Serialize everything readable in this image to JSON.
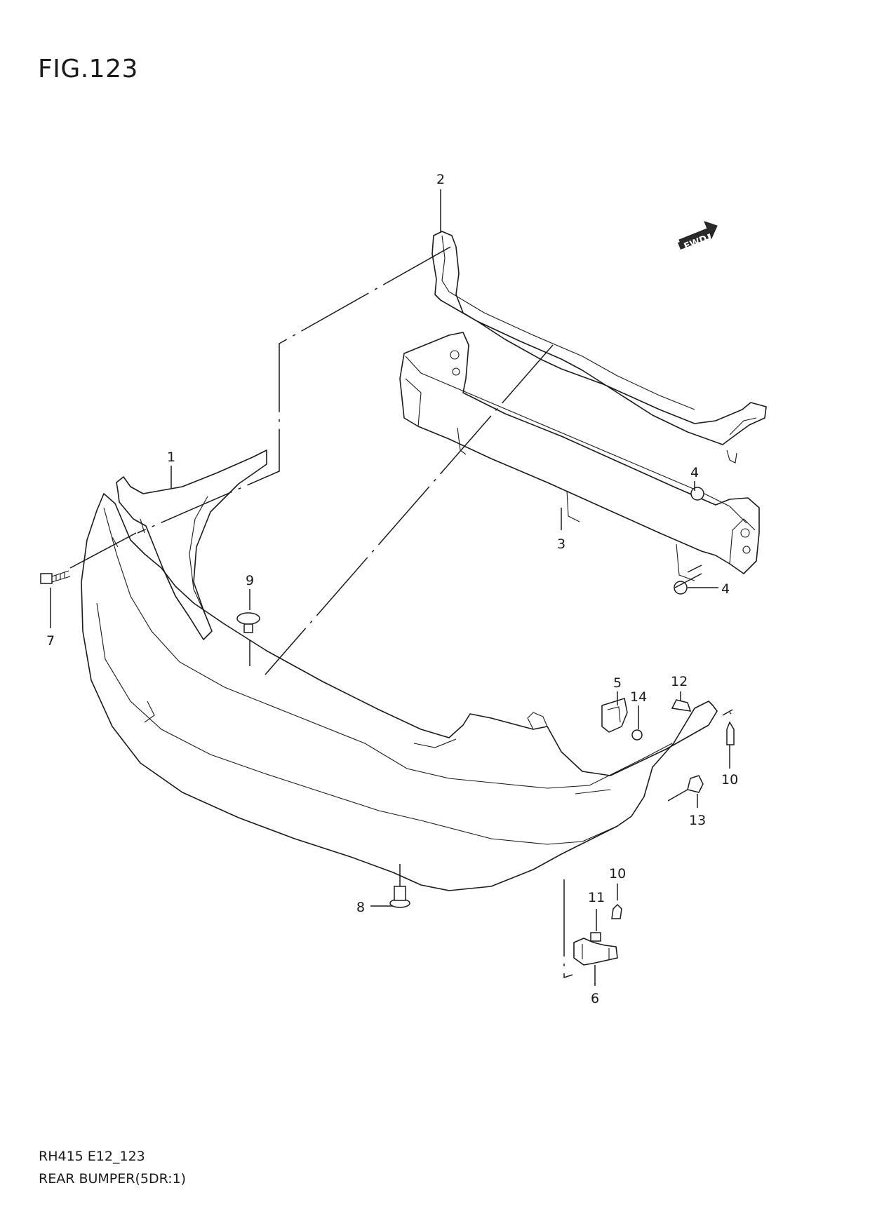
{
  "figure": {
    "title": "FIG.123",
    "code": "RH415 E12_123",
    "subtitle": "REAR BUMPER(5DR:1)"
  },
  "fwd_label": "FWD",
  "callouts": [
    {
      "id": "c1",
      "text": "1"
    },
    {
      "id": "c2",
      "text": "2"
    },
    {
      "id": "c3",
      "text": "3"
    },
    {
      "id": "c4a",
      "text": "4"
    },
    {
      "id": "c4b",
      "text": "4"
    },
    {
      "id": "c5",
      "text": "5"
    },
    {
      "id": "c6",
      "text": "6"
    },
    {
      "id": "c7",
      "text": "7"
    },
    {
      "id": "c8",
      "text": "8"
    },
    {
      "id": "c9",
      "text": "9"
    },
    {
      "id": "c10a",
      "text": "10"
    },
    {
      "id": "c10b",
      "text": "10"
    },
    {
      "id": "c11",
      "text": "11"
    },
    {
      "id": "c12",
      "text": "12"
    },
    {
      "id": "c13",
      "text": "13"
    },
    {
      "id": "c14",
      "text": "14"
    }
  ]
}
